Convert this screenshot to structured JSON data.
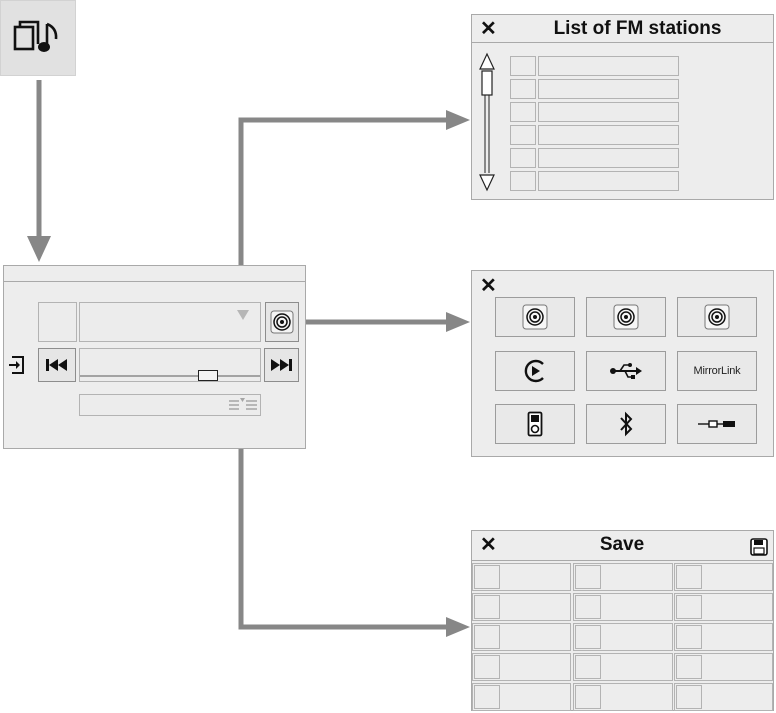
{
  "colors": {
    "arrow": "#878787",
    "panel": "#ededed",
    "border": "#a9a9a9"
  },
  "media_button": {
    "icon": "media-music-icon"
  },
  "main_screen": {
    "icons": {
      "station_list_arrow": "triangle-down-icon",
      "radio_source": "radio-wave-icon",
      "source_select": "enter-source-icon",
      "previous": "skip-previous-icon",
      "next": "skip-next-icon",
      "presets": "preset-bars-icon"
    }
  },
  "fm_list": {
    "title": "List of FM stations",
    "rows": 6
  },
  "sources": {
    "items": [
      {
        "icon": "radio-fm-icon"
      },
      {
        "icon": "radio-dab-icon"
      },
      {
        "icon": "radio-am-icon"
      },
      {
        "icon": "cd-play-icon"
      },
      {
        "icon": "usb-icon"
      },
      {
        "icon": "mirrorlink-icon",
        "label": "MirrorLink"
      },
      {
        "icon": "ipod-icon"
      },
      {
        "icon": "bluetooth-icon"
      },
      {
        "icon": "aux-jack-icon"
      }
    ]
  },
  "save": {
    "title": "Save",
    "rows": 5,
    "cols": 3,
    "icon": "floppy-disk-icon"
  }
}
